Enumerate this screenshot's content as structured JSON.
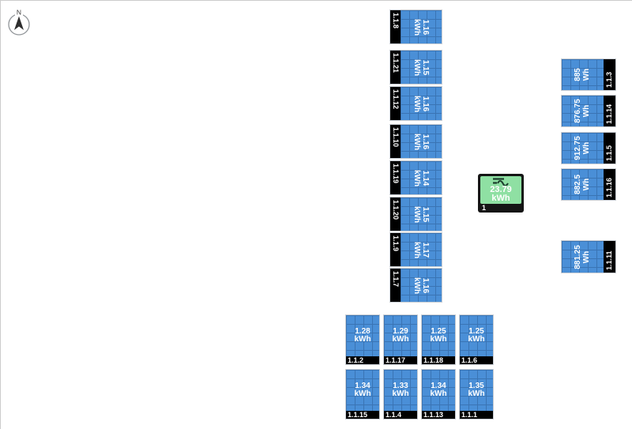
{
  "compass": {
    "north_label": "N"
  },
  "inverter": {
    "id_label": "1",
    "value": "23.79",
    "unit": "kWh"
  },
  "colors": {
    "panel_fill": "#4a8fd7",
    "panel_grid_line": "#3a74b4",
    "panel_label_bg": "#000000",
    "panel_text": "#ffffff",
    "inverter_fill": "#8fe0a3",
    "inverter_frame": "#151515",
    "canvas_border": "#cccccc"
  },
  "panel_groups": [
    {
      "name": "left-column",
      "orientation": "vertical-label-left",
      "panels": [
        {
          "id": "1.1.8",
          "value": "1.16",
          "unit": "kWh"
        },
        {
          "id": "1.1.21",
          "value": "1.15",
          "unit": "kWh"
        },
        {
          "id": "1.1.12",
          "value": "1.16",
          "unit": "kWh"
        },
        {
          "id": "1.1.10",
          "value": "1.16",
          "unit": "kWh"
        },
        {
          "id": "1.1.19",
          "value": "1.14",
          "unit": "kWh"
        },
        {
          "id": "1.1.20",
          "value": "1.15",
          "unit": "kWh"
        },
        {
          "id": "1.1.9",
          "value": "1.17",
          "unit": "kWh"
        },
        {
          "id": "1.1.7",
          "value": "1.16",
          "unit": "kWh"
        }
      ]
    },
    {
      "name": "right-column",
      "orientation": "vertical-label-right",
      "panels": [
        {
          "id": "1.1.3",
          "value": "885",
          "unit": "Wh"
        },
        {
          "id": "1.1.14",
          "value": "876.75",
          "unit": "Wh"
        },
        {
          "id": "1.1.5",
          "value": "912.75",
          "unit": "Wh"
        },
        {
          "id": "1.1.16",
          "value": "882.5",
          "unit": "Wh"
        }
      ]
    },
    {
      "name": "right-single",
      "orientation": "vertical-label-right",
      "panels": [
        {
          "id": "1.1.11",
          "value": "881.25",
          "unit": "Wh"
        }
      ]
    },
    {
      "name": "bottom-row-1",
      "orientation": "horizontal-label-bottom",
      "panels": [
        {
          "id": "1.1.2",
          "value": "1.28",
          "unit": "kWh"
        },
        {
          "id": "1.1.17",
          "value": "1.29",
          "unit": "kWh"
        },
        {
          "id": "1.1.18",
          "value": "1.25",
          "unit": "kWh"
        },
        {
          "id": "1.1.6",
          "value": "1.25",
          "unit": "kWh"
        }
      ]
    },
    {
      "name": "bottom-row-2",
      "orientation": "horizontal-label-bottom",
      "panels": [
        {
          "id": "1.1.15",
          "value": "1.34",
          "unit": "kWh"
        },
        {
          "id": "1.1.4",
          "value": "1.33",
          "unit": "kWh"
        },
        {
          "id": "1.1.13",
          "value": "1.34",
          "unit": "kWh"
        },
        {
          "id": "1.1.1",
          "value": "1.35",
          "unit": "kWh"
        }
      ]
    }
  ]
}
